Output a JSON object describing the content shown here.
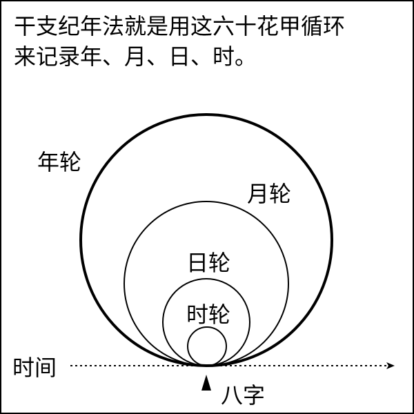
{
  "caption": {
    "line1": "干支纪年法就是用这六十花甲循环",
    "line2": "来记录年、月、日、时。"
  },
  "labels": {
    "year_wheel": "年轮",
    "month_wheel": "月轮",
    "day_wheel": "日轮",
    "hour_wheel": "时轮",
    "time_axis": "时间",
    "bazi": "八字"
  }
}
